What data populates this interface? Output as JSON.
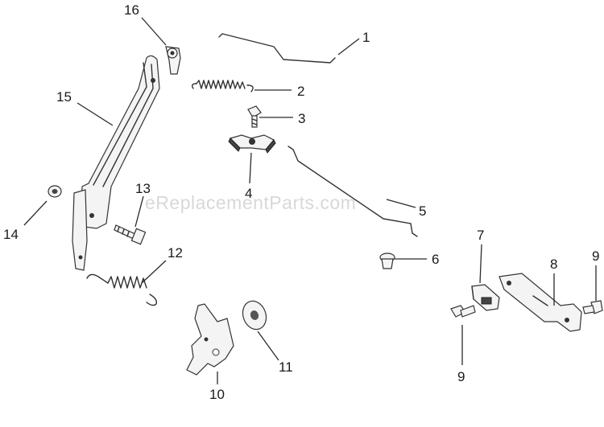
{
  "watermark": "eReplacementParts.com",
  "callouts": {
    "c1": "1",
    "c2": "2",
    "c3": "3",
    "c4": "4",
    "c5": "5",
    "c6": "6",
    "c7": "7",
    "c8": "8",
    "c9a": "9",
    "c9b": "9",
    "c10": "10",
    "c11": "11",
    "c12": "12",
    "c13": "13",
    "c14": "14",
    "c15": "15",
    "c16": "16"
  }
}
